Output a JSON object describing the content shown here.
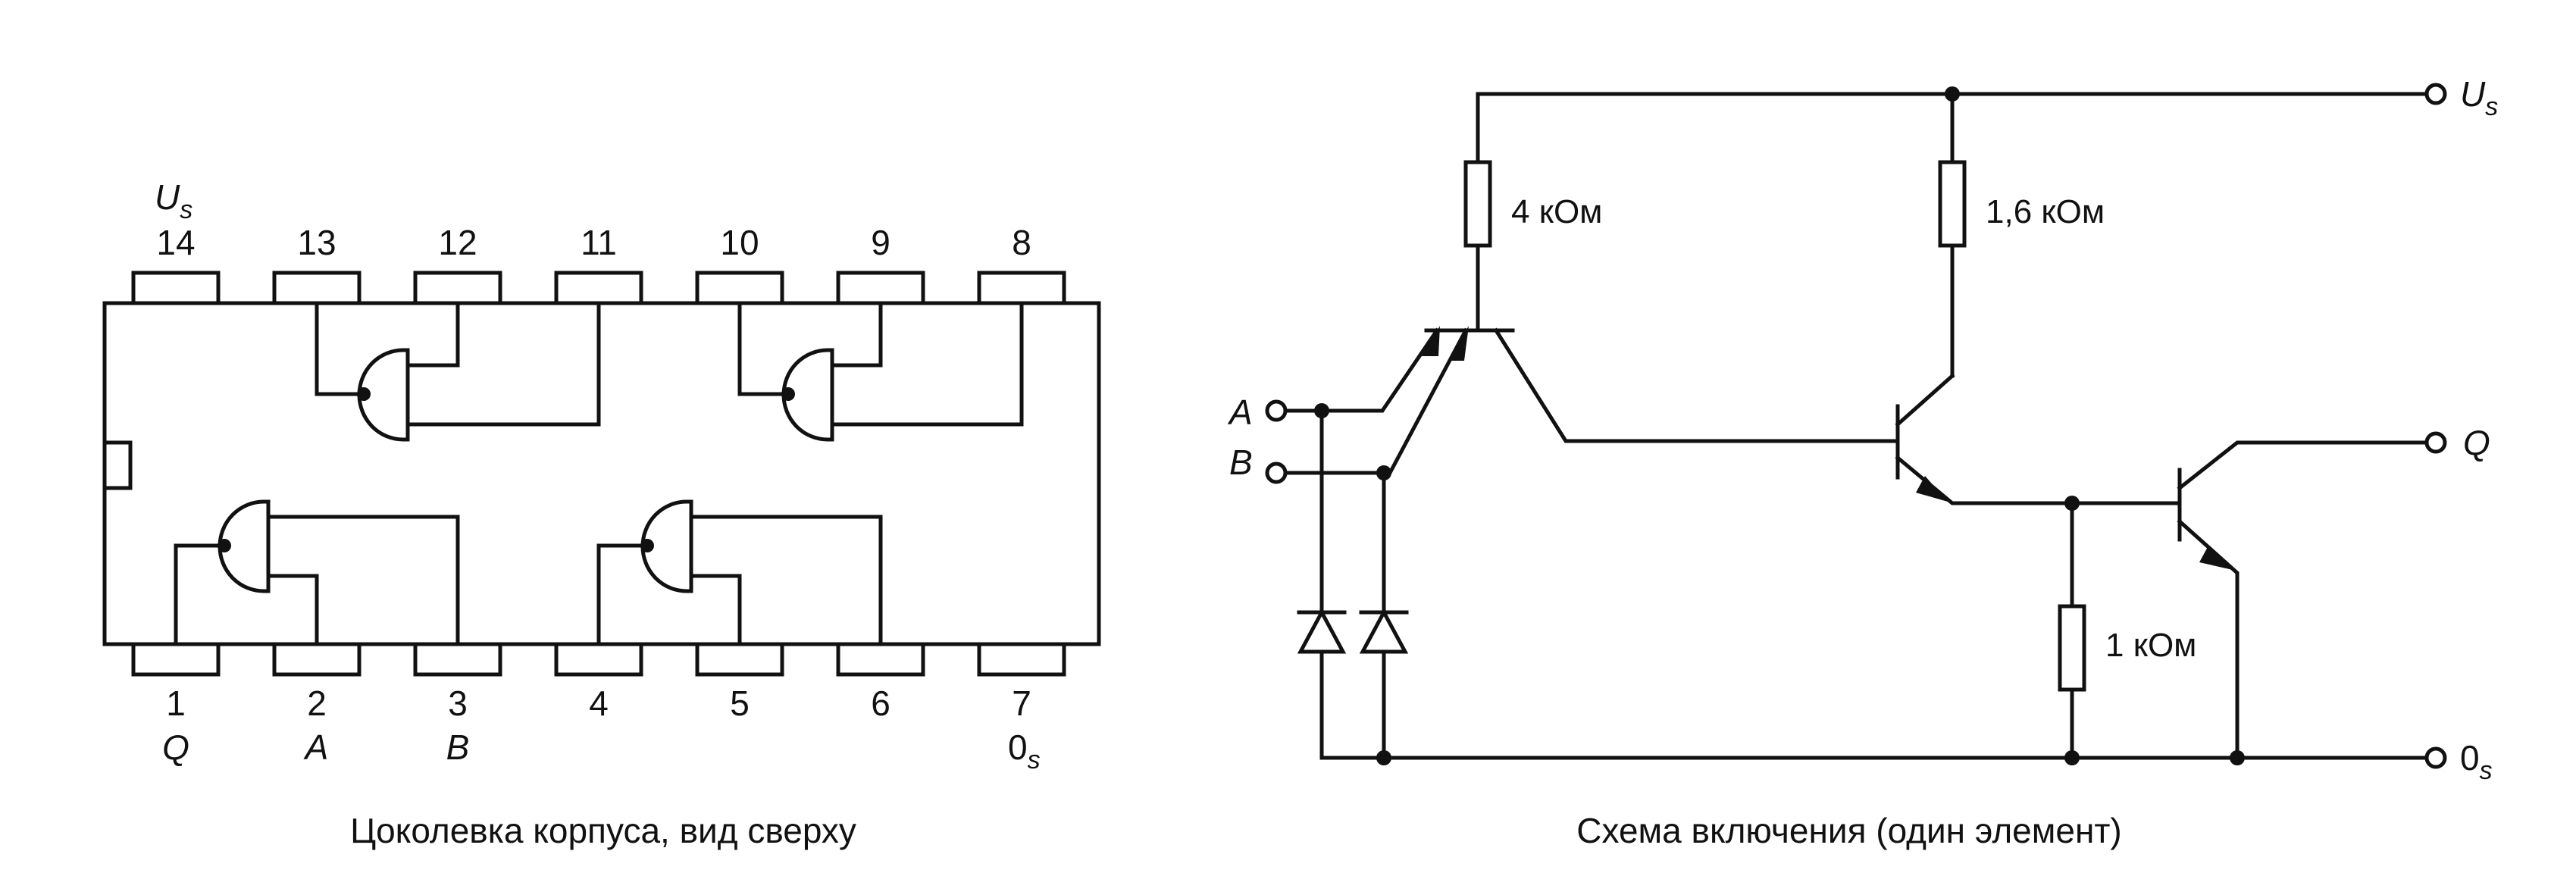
{
  "left": {
    "caption": "Цоколевка корпуса, вид сверху",
    "top_pins": [
      "14",
      "13",
      "12",
      "11",
      "10",
      "9",
      "8"
    ],
    "bottom_pins": [
      "1",
      "2",
      "3",
      "4",
      "5",
      "6",
      "7"
    ],
    "supply_label": "U",
    "supply_sub": "s",
    "signal_labels": {
      "pin1": "Q",
      "pin2": "A",
      "pin3": "B"
    },
    "ground_label": "0",
    "ground_sub": "s"
  },
  "right": {
    "caption": "Схема включения (один элемент)",
    "resistors": {
      "r1": "4 кОм",
      "r2": "1,6 кОм",
      "r3": "1 кОм"
    },
    "inputs": {
      "a": "A",
      "b": "B"
    },
    "output": "Q",
    "supply_label": "U",
    "supply_sub": "s",
    "ground_label": "0",
    "ground_sub": "s"
  }
}
